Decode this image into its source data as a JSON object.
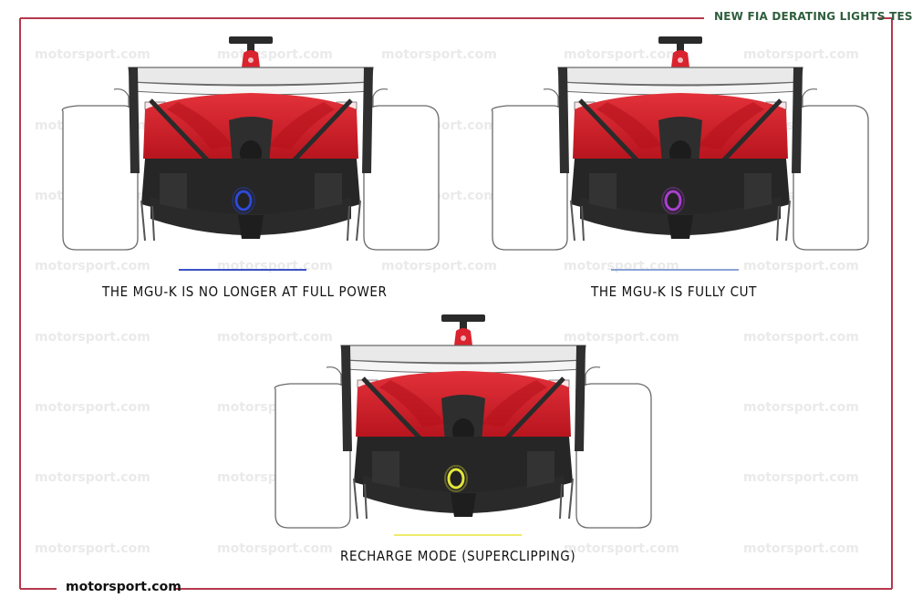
{
  "header": {
    "title": "NEW FIA DERATING LIGHTS TEST"
  },
  "brand": {
    "logo_text": "motorsport.com",
    "watermark_text": "motorsport.com"
  },
  "colors": {
    "frame": "#b5384c",
    "header_text": "#2f5e3d",
    "car_red": "#d9232e",
    "car_dark": "#2a2a2a",
    "light_blue": "#2f49d8",
    "light_purple": "#a93fd0",
    "light_yellow": "#e3e63a"
  },
  "panels": [
    {
      "caption": "THE MGU-K IS NO LONGER AT FULL POWER",
      "light_color": "#2f49d8",
      "underline_color": "#3b52c6"
    },
    {
      "caption": "THE MGU-K IS FULLY CUT",
      "light_color": "#a93fd0",
      "underline_color": "#8aa3d6"
    },
    {
      "caption": "RECHARGE MODE (SUPERCLIPPING)",
      "light_color": "#e3e63a",
      "underline_color": "#eceb6a"
    }
  ]
}
